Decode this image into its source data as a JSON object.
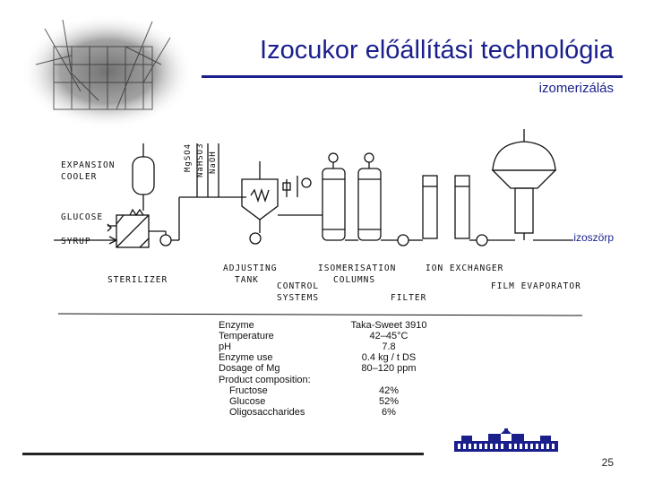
{
  "slide": {
    "title": "Izocukor előállítási technológia",
    "subtitle": "izomerizálás",
    "product_label": "izoszörp",
    "page_number": "25"
  },
  "diagram": {
    "labels": {
      "expansion": "EXPANSION",
      "cooler": "COOLER",
      "glucose": "GLUCOSE",
      "syrup": "SYRUP",
      "sterilizer": "STERILIZER",
      "adjusting": "ADJUSTING",
      "tank": "TANK",
      "control": "CONTROL",
      "systems": "SYSTEMS",
      "isomerisation": "ISOMERISATION",
      "columns": "COLUMNS",
      "filter": "FILTER",
      "ion_exchanger": "ION EXCHANGER",
      "film_evaporator": "FILM EVAPORATOR",
      "mgso4": "MgSO4",
      "nahso3": "NaHSO3",
      "naoh": "NaOH"
    }
  },
  "process_table": {
    "rows": [
      {
        "key": "Enzyme",
        "value": "Taka-Sweet 3910",
        "indent": false
      },
      {
        "key": "Temperature",
        "value": "42–45°C",
        "indent": false
      },
      {
        "key": "pH",
        "value": "7.8",
        "indent": false
      },
      {
        "key": "Enzyme use",
        "value": "0.4 kg / t DS",
        "indent": false
      },
      {
        "key": "Dosage of Mg",
        "value": "80–120 ppm",
        "indent": false
      },
      {
        "key": "Product composition:",
        "value": "",
        "indent": false
      },
      {
        "key": "Fructose",
        "value": "42%",
        "indent": true
      },
      {
        "key": "Glucose",
        "value": "52%",
        "indent": true
      },
      {
        "key": "Oligosaccharides",
        "value": "6%",
        "indent": true
      }
    ]
  },
  "colors": {
    "title": "#1a1f8c",
    "line": "#111111",
    "vignette": "#4a4a4a",
    "logo": "#1a1f8c"
  }
}
